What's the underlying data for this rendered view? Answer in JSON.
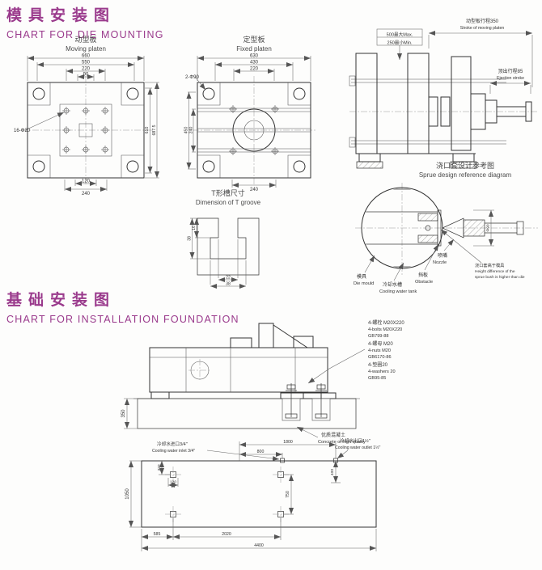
{
  "accent_color": "#9a3a8c",
  "die_mounting": {
    "title_cn": "模具安装图",
    "title_en": "CHART FOR DIE MOUNTING"
  },
  "foundation": {
    "title_cn": "基础安装图",
    "title_en": "CHART FOR INSTALLATION FOUNDATION"
  },
  "moving_platen": {
    "name_cn": "动型板",
    "name_en": "Moving platen",
    "dim_width_overall": "660",
    "dim_width_inner": "550",
    "dim_width_center": "220",
    "dim_width_small": "90",
    "holes_label": "16-Φ20",
    "dim_bottom_inner": "120",
    "dim_bottom_outer": "240",
    "dim_height_overall": "687.5",
    "dim_height_inner": "610"
  },
  "fixed_platen": {
    "name_cn": "定型板",
    "name_en": "Fixed platen",
    "dim_width_overall": "630",
    "dim_width_inner": "430",
    "dim_width_center": "220",
    "holes_label": "2-Φ90",
    "dim_height_left": "450",
    "dim_height_inner": "240",
    "dim_bottom": "240"
  },
  "side_view": {
    "max_label": "500最大Max.",
    "min_label": "250最小Min.",
    "stroke_cn": "动型板行程350",
    "stroke_en": "Stroke of moving platen",
    "ejection_cn": "顶出行程85",
    "ejection_en": "Ejection stroke"
  },
  "t_groove": {
    "title_cn": "T形槽尺寸",
    "title_en": "Dimension of T groove",
    "dim_depth_total": "38",
    "dim_depth_upper": "16",
    "dim_slot_width": "22",
    "dim_cavity_width": "38"
  },
  "sprue": {
    "title_cn": "浇口套设计参考图",
    "title_en": "Sprue design reference diagram",
    "nozzle_cn": "喷嘴",
    "nozzle_en": "Nozzle",
    "die_cn": "模具",
    "die_en": "Die mould",
    "cooling_cn": "冷却水槽",
    "cooling_en": "Cooling water tank",
    "obstacle_cn": "挡板",
    "obstacle_en": "Obstacle",
    "diameter_label": "Φ90",
    "note_cn": "浇口套高于模具",
    "note_en_1": "Height difference of the",
    "note_en_2": "sprue bush is higher than die"
  },
  "foundation_side": {
    "bolts_cn": "4-螺栓 M20X220",
    "bolts_en": "4-bolts M20X220",
    "bolts_std": "GB799-88",
    "nuts_cn": "4-螺母 M20",
    "nuts_en": "4-nuts M20",
    "nuts_std": "GB6170-86",
    "washers_cn": "4-垫圈20",
    "washers_en": "4-washers 20",
    "washers_std": "GB95-85",
    "dim_depth": "350",
    "concrete_cn": "优质混凝土",
    "concrete_en": "Concrete of high quality"
  },
  "foundation_plan": {
    "inlet_cn": "冷却水进口3/4\"",
    "inlet_en": "Cooling water inlet 3/4\"",
    "outlet_cn": "冷却水出口1½\"",
    "outlet_en": "Cooling water outlet 1½\"",
    "dim_1800": "1800",
    "dim_800": "800",
    "dim_400": "400",
    "dim_1050": "1050",
    "dim_750": "750",
    "dim_320": "320",
    "dim_120": "120",
    "dim_585": "585",
    "dim_2020": "2020",
    "dim_4400": "4400"
  }
}
